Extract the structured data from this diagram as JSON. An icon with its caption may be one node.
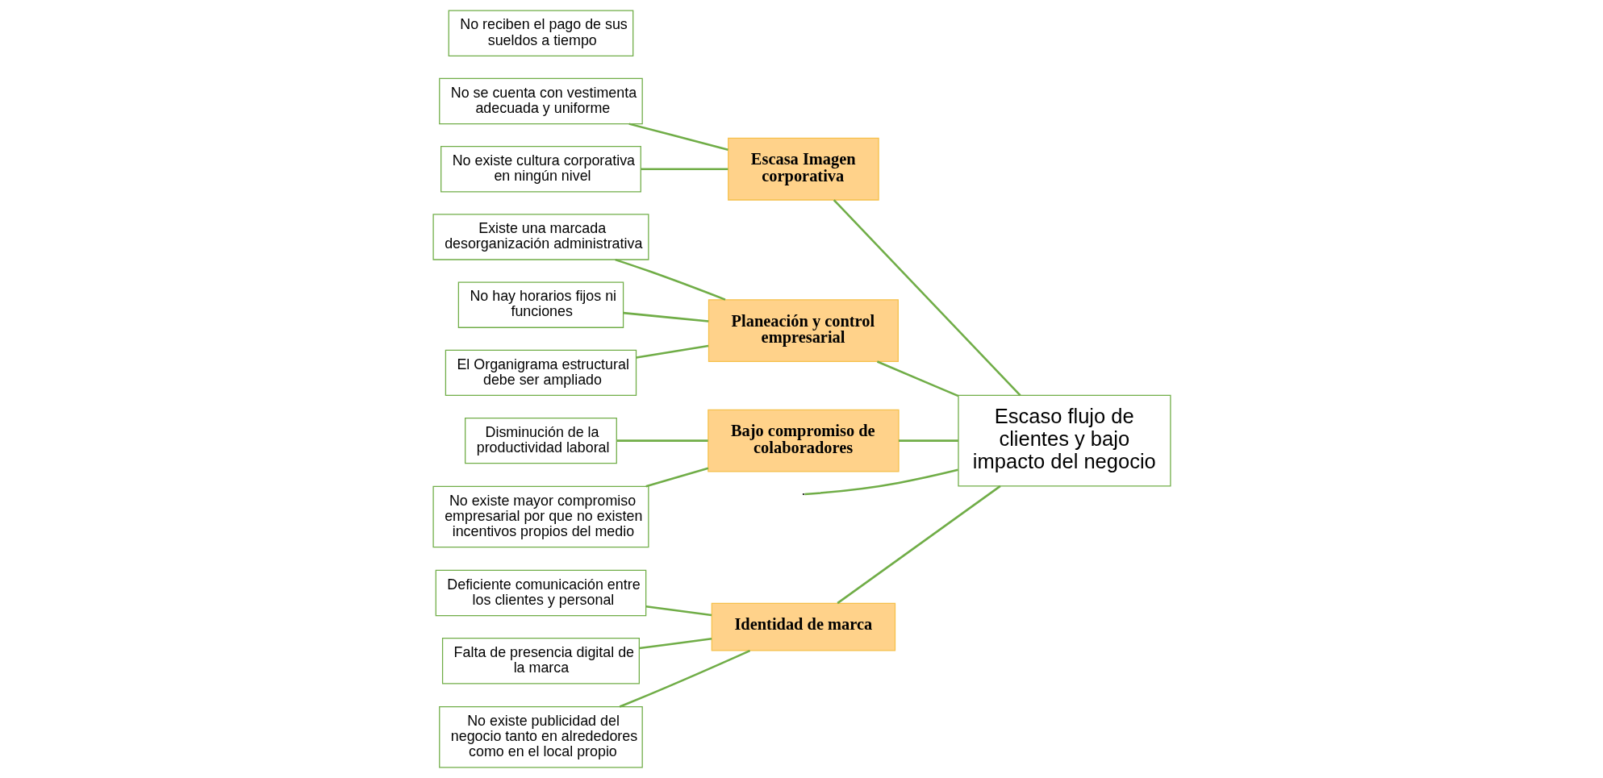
{
  "diagram": {
    "nodes": [
      {
        "text": [
          "Identidad de marca"
        ]
      },
      {
        "text": [
          "Deficiente comunicación entre los clientes y personal"
        ]
      },
      {
        "text": [
          "Falta de presencia digital de la marca"
        ]
      },
      {
        "text": [
          "No existe publicidad del negocio tanto en alrededores como en el local propio"
        ]
      },
      {
        "text": [
          "Escasa Imagen corporativa"
        ]
      },
      {
        "text": [
          "No se cuenta con vestimenta adecuada y uniforme"
        ]
      },
      {
        "text": [
          "No existe cultura corporativa en ningún nivel"
        ]
      },
      {
        "text": [
          "Escaso flujo de clientes y bajo impacto del negocio"
        ]
      },
      {
        "text": [
          "No reciben el pago de sus sueldos a tiempo"
        ]
      },
      {
        "text": [
          "Existe una marcada desorganización administrativa"
        ]
      },
      {
        "text": [
          "No hay horarios fijos ni funciones"
        ]
      },
      {
        "text": [
          "El Organigrama estructural debe ser ampliado"
        ]
      },
      {
        "text": [
          "Disminución de la productividad laboral"
        ]
      },
      {
        "text": [
          "No existe mayor compromiso empresarial por que no existen incentivos propios del medio"
        ]
      },
      {
        "text": [
          "Planeación y control empresarial"
        ]
      },
      {
        "text": [
          "Bajo compromiso de colaboradores"
        ]
      }
    ],
    "edges": [
      {
        "from": null,
        "to": 7,
        "arrow": "none"
      },
      {
        "from": 1,
        "to": 0,
        "arrow": "none"
      },
      {
        "from": 2,
        "to": 0,
        "arrow": "none"
      },
      {
        "from": 3,
        "to": 0,
        "arrow": "none"
      },
      {
        "from": 5,
        "to": 4,
        "arrow": "none"
      },
      {
        "from": 6,
        "to": 4,
        "arrow": "none"
      },
      {
        "from": 0,
        "to": 7,
        "arrow": "none"
      },
      {
        "from": 4,
        "to": 7,
        "arrow": "none"
      },
      {
        "from": 9,
        "to": 14,
        "arrow": "none"
      },
      {
        "from": 10,
        "to": 14,
        "arrow": "none"
      },
      {
        "from": 11,
        "to": 14,
        "arrow": "none"
      },
      {
        "from": 12,
        "to": 15,
        "arrow": "none"
      },
      {
        "from": 13,
        "to": 15,
        "arrow": "none"
      },
      {
        "from": 14,
        "to": 7,
        "arrow": "none"
      },
      {
        "from": 15,
        "to": 7,
        "arrow": "none"
      }
    ]
  }
}
